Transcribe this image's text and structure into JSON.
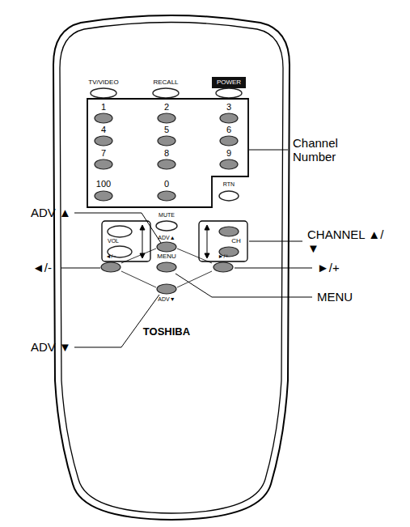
{
  "diagram": {
    "labels": [
      "TV/VIDEO",
      "RECALL",
      "POWER",
      "1",
      "2",
      "3",
      "4",
      "5",
      "6",
      "7",
      "8",
      "9",
      "100",
      "0",
      "RTN",
      "MUTE",
      "VOL",
      "CH",
      "ADV▲",
      "◄/−",
      "MENU",
      "►/+",
      "ADV▼",
      "TOSHIBA",
      "Channel Number",
      "ADV ▲",
      "CHANNEL ▲/▼",
      "◄/-",
      "►/+",
      "ADV ▼",
      "MENU"
    ]
  }
}
